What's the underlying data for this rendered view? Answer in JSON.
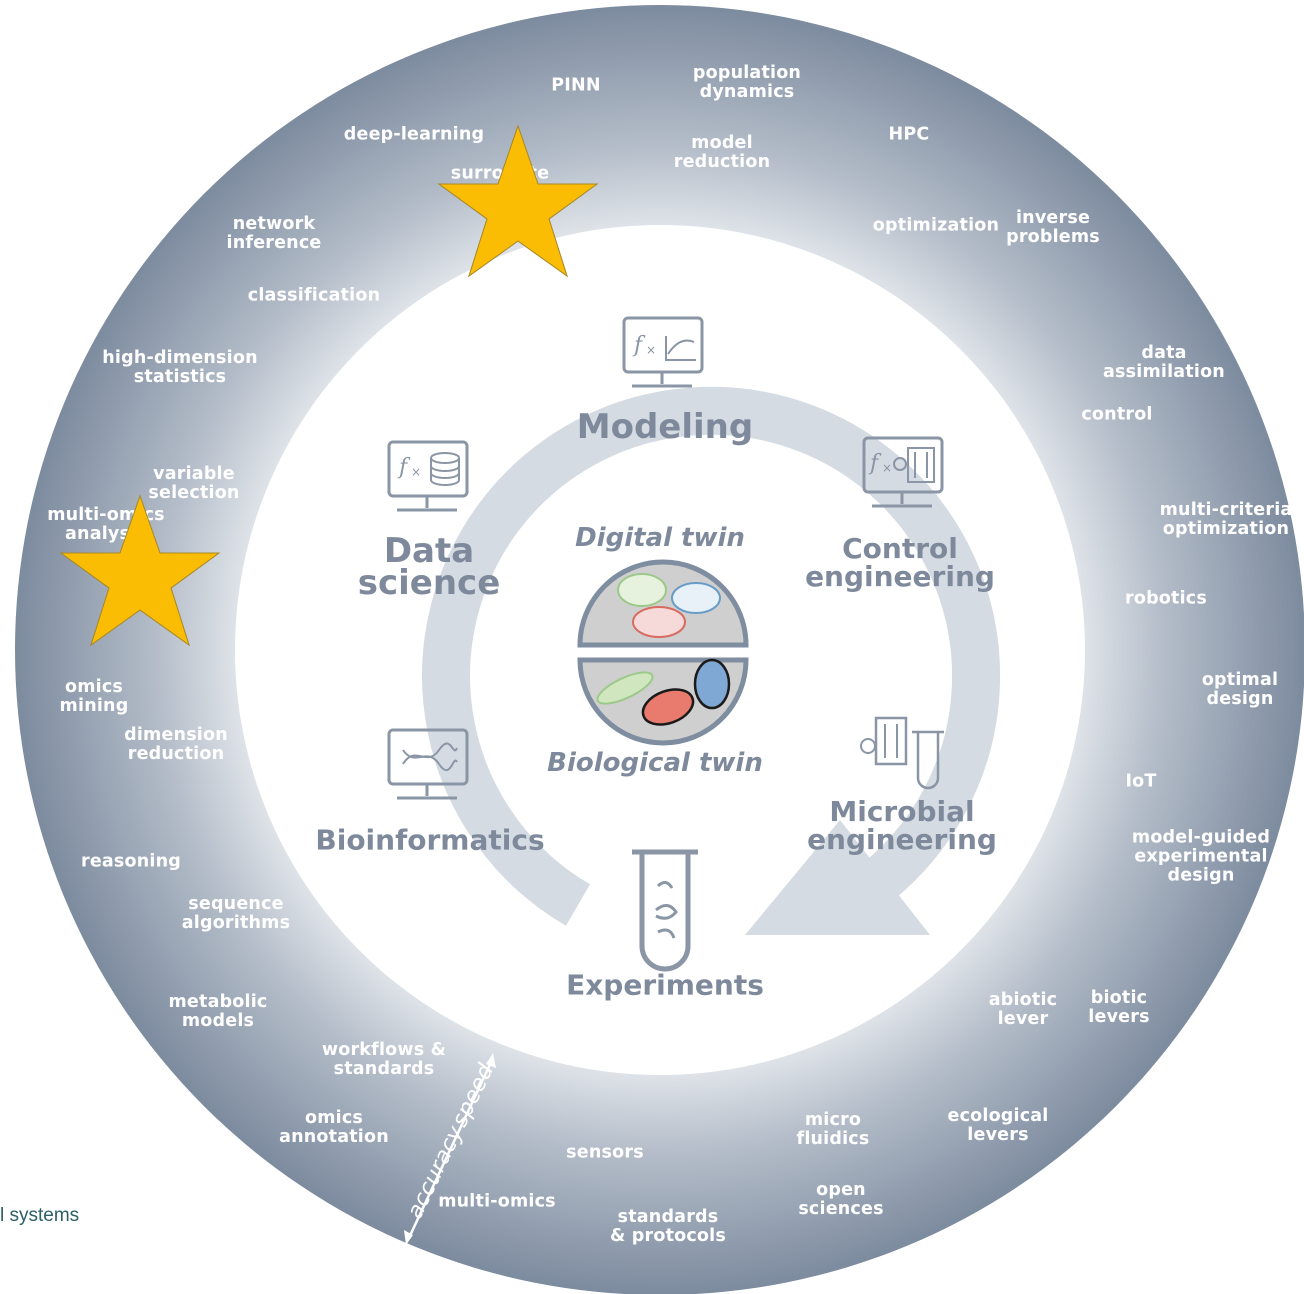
{
  "outer_keywords": [
    [
      "PINN"
    ],
    [
      "population",
      "dynamics"
    ],
    [
      "deep-learning"
    ],
    [
      "model",
      "reduction"
    ],
    [
      "HPC"
    ],
    [
      "surrogate"
    ],
    [
      "network",
      "inference"
    ],
    [
      "optimization"
    ],
    [
      "inverse",
      "problems"
    ],
    [
      "classification"
    ],
    [
      "high-dimension",
      "statistics"
    ],
    [
      "data",
      "assimilation"
    ],
    [
      "control"
    ],
    [
      "variable",
      "selection"
    ],
    [
      "multi-omics",
      "analysis"
    ],
    [
      "multi-criteria",
      "optimization"
    ],
    [
      "robotics"
    ],
    [
      "omics",
      "mining"
    ],
    [
      "optimal",
      "design"
    ],
    [
      "dimension",
      "reduction"
    ],
    [
      "IoT"
    ],
    [
      "model-guided",
      "experimental",
      "design"
    ],
    [
      "reasoning"
    ],
    [
      "sequence",
      "algorithms"
    ],
    [
      "metabolic",
      "models"
    ],
    [
      "abiotic",
      "lever"
    ],
    [
      "biotic",
      "levers"
    ],
    [
      "workflows &",
      "standards"
    ],
    [
      "omics",
      "annotation"
    ],
    [
      "micro",
      "fluidics"
    ],
    [
      "ecological",
      "levers"
    ],
    [
      "sensors"
    ],
    [
      "open",
      "sciences"
    ],
    [
      "multi-omics"
    ],
    [
      "standards",
      "& protocols"
    ]
  ],
  "stages": {
    "modeling": [
      "Modeling"
    ],
    "data_science": [
      "Data",
      "science"
    ],
    "control_engineering": [
      "Control",
      "engineering"
    ],
    "bioinformatics": [
      "Bioinformatics"
    ],
    "microbial_engineering": [
      "Microbial",
      "engineering"
    ],
    "experiments": [
      "Experiments"
    ]
  },
  "center": {
    "digital_twin": "Digital twin",
    "biological_twin": "Biological twin"
  },
  "axis": {
    "accuracy": "accuracy",
    "speed": "speed"
  },
  "caption": "l systems",
  "icons": [
    "modeling-computer-icon",
    "data-science-computer-icon",
    "control-computer-icon",
    "bioinformatics-computer-icon",
    "microbial-engineering-icon",
    "test-tube-icon",
    "star-icon"
  ],
  "colors": {
    "ring_dark": "#7f8da0",
    "ring_light": "#e8ebef",
    "stage_text": "#7e8a9c",
    "cycle_arrow": "#d5dbe2",
    "star": "#fbbc04",
    "caption": "#2c5f66"
  }
}
